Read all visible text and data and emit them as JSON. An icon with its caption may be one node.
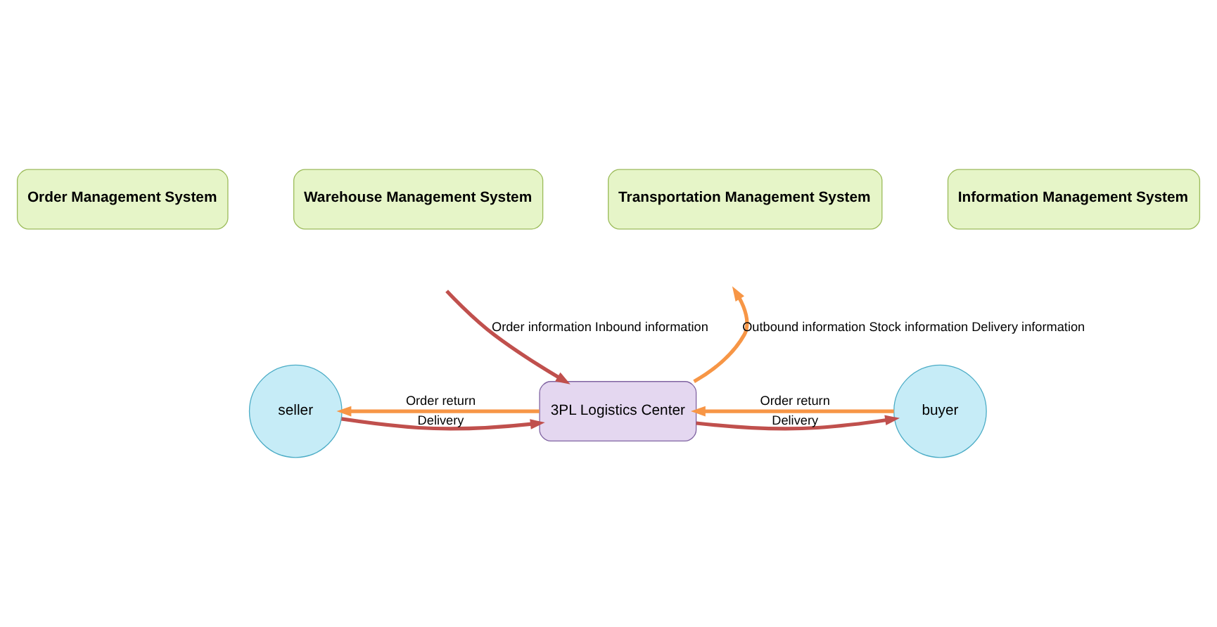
{
  "diagram": {
    "nodes": [
      {
        "text": [
          "Order Management System"
        ]
      },
      {
        "text": [
          "Warehouse Management System"
        ]
      },
      {
        "text": [
          "Transportation Management System"
        ]
      },
      {
        "text": [
          "Information Management System"
        ]
      },
      {
        "text": [
          "3PL Logistics Center"
        ]
      },
      {
        "text": [
          "seller"
        ]
      },
      {
        "text": [
          "buyer"
        ]
      }
    ],
    "edges": [
      {
        "from": null,
        "to": 4,
        "arrow": "to",
        "label": "Order information Inbound information"
      },
      {
        "from": 4,
        "to": null,
        "arrow": "to",
        "label": "Outbound information Stock information Delivery information",
        "color": "#f79646"
      },
      {
        "from": 4,
        "to": 5,
        "arrow": "to",
        "label": "Order return",
        "color": "#f79646"
      },
      {
        "from": 5,
        "to": 4,
        "arrow": "to",
        "label": "Delivery"
      },
      {
        "from": 6,
        "to": 4,
        "arrow": "to",
        "label": "Order return",
        "color": "#f79646"
      },
      {
        "from": 4,
        "to": 6,
        "arrow": "to",
        "label": "Delivery"
      }
    ]
  }
}
